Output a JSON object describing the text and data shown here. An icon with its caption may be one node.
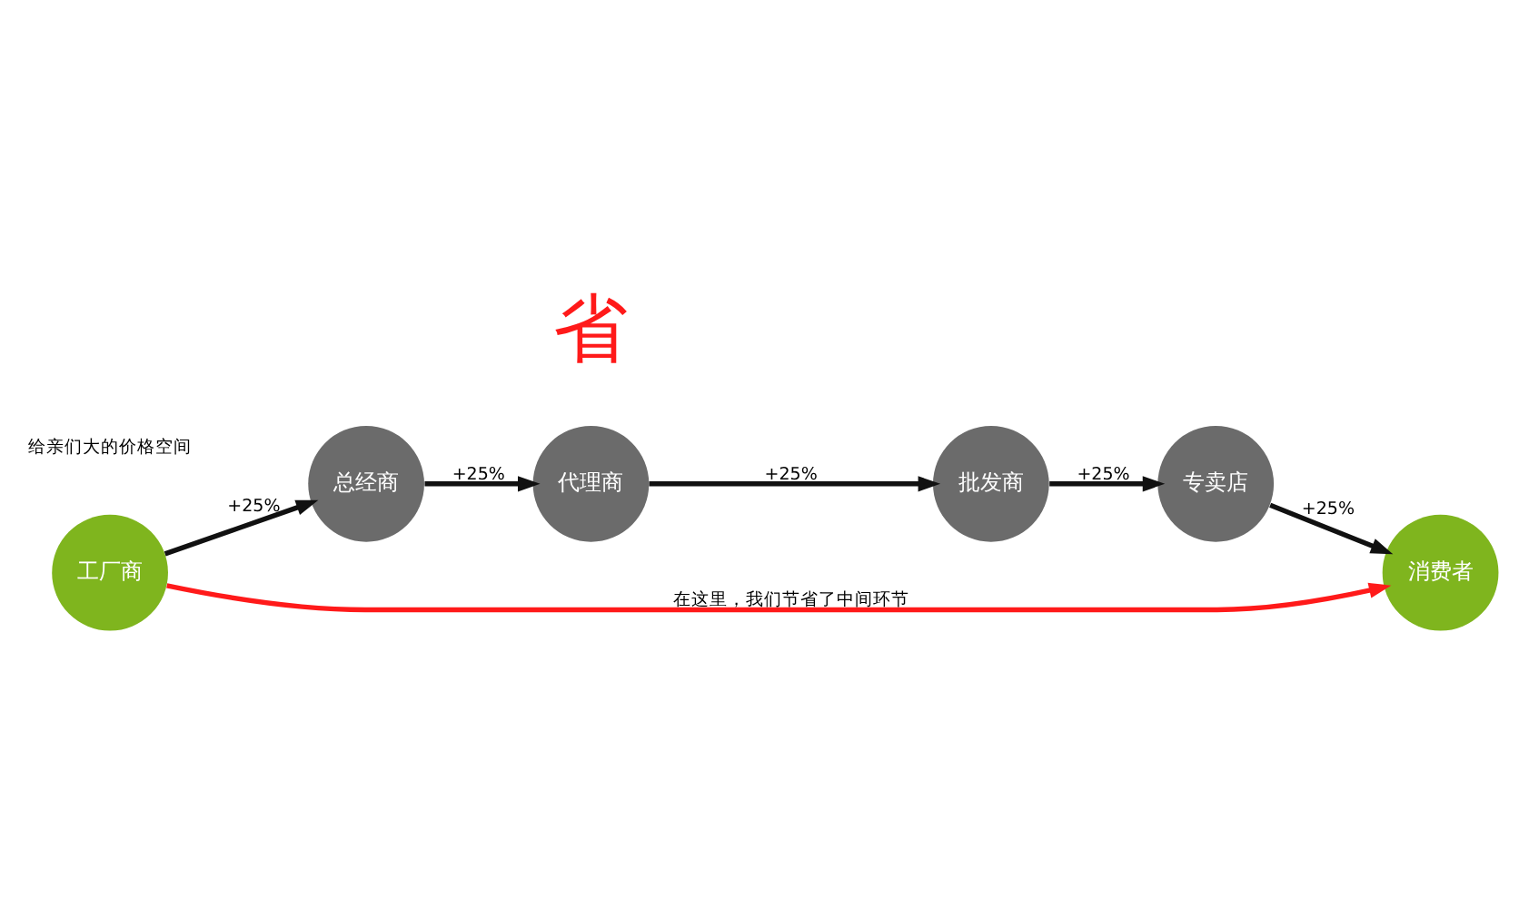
{
  "diagram": {
    "nodes": [
      {
        "text": [
          "工厂商"
        ]
      },
      {
        "text": [
          "总经商"
        ]
      },
      {
        "text": [
          "代理商"
        ]
      },
      {
        "text": [
          "批发商"
        ]
      },
      {
        "text": [
          "专卖店"
        ]
      },
      {
        "text": [
          "消费者"
        ]
      }
    ],
    "edges": [
      {
        "from": 0,
        "to": 1,
        "arrow": "to",
        "label": "+25%"
      },
      {
        "from": 1,
        "to": 2,
        "arrow": "to",
        "label": "+25%"
      },
      {
        "from": 2,
        "to": 3,
        "arrow": "to",
        "label": "+25%"
      },
      {
        "from": 3,
        "to": 4,
        "arrow": "to",
        "label": "+25%"
      },
      {
        "from": 4,
        "to": 5,
        "arrow": "to",
        "label": "+25%"
      },
      {
        "from": 0,
        "to": 5,
        "arrow": "to",
        "label": "在这里，我们节省了中间环节",
        "color": "#ff1a1a"
      }
    ],
    "labels": [
      "省",
      "给亲们大的价格空间"
    ]
  }
}
